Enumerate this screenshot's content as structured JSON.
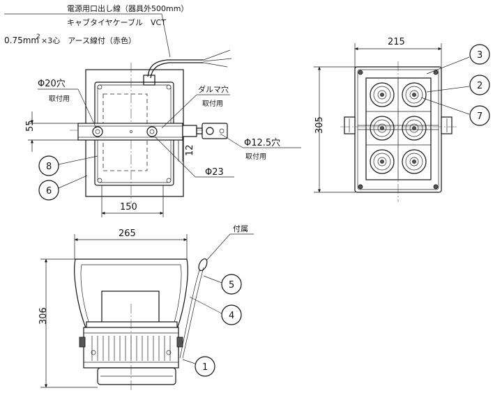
{
  "notes": {
    "cable_line1": "電源用口出し線（器具外500mm）",
    "cable_line2": "キャブタイヤケーブル　VCT",
    "cable_line3_a": "0.75mm",
    "cable_line3_sup": "2",
    "cable_line3_b": "×3心　アース線付（赤色）",
    "hole_20": "Φ20穴",
    "mount_use_1": "取付用",
    "daruma_hole": "ダルマ穴",
    "mount_use_2": "取付用",
    "hole_12_5": "Φ12.5穴",
    "mount_use_3": "取付用",
    "hole_23": "Φ23",
    "accessory": "付属"
  },
  "dimensions": {
    "d55": "55",
    "d12": "12",
    "d150": "150",
    "d215": "215",
    "d305": "305",
    "d265": "265",
    "d306": "306"
  },
  "callouts": {
    "c1": "1",
    "c2": "2",
    "c3": "3",
    "c4": "4",
    "c5": "5",
    "c6": "6",
    "c7": "7",
    "c8": "8"
  }
}
